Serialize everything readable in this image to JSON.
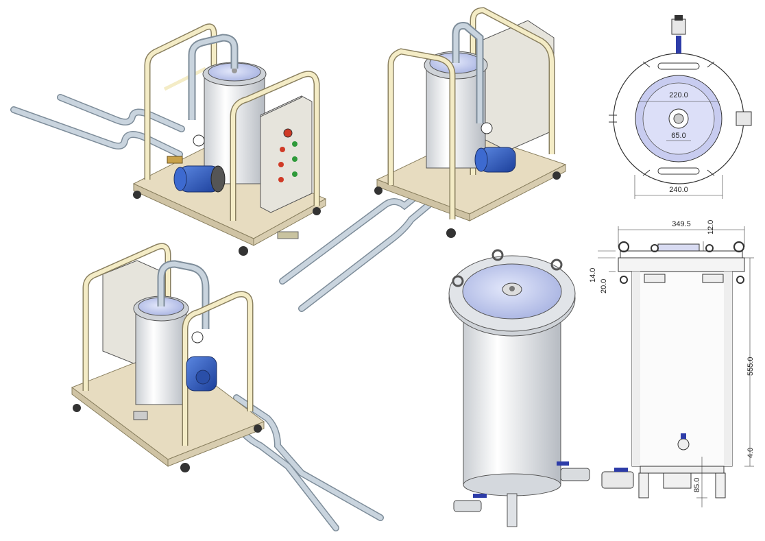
{
  "colors": {
    "frame": "#f4ecc6",
    "frame_stroke": "#8a8060",
    "base": "#e7dcc0",
    "tank": "#eef0f2",
    "lid": "#b9c3e8",
    "flange": "#cfd3d8",
    "pump": "#2f5fc8",
    "pipe": "#b8c6d2",
    "box": "#e6e4dc",
    "red": "#d03a26",
    "green": "#2f9a3a",
    "brass": "#c9a24a"
  },
  "top_view": {
    "dim_inner": "220.0",
    "dim_center": "65.0",
    "dim_outer": "240.0"
  },
  "side_view": {
    "dim_width": "349.5",
    "dim_top": "12.0",
    "dim_a": "14.0",
    "dim_b": "20.0",
    "dim_height": "555.0",
    "dim_bottom": "4.0",
    "dim_legs": "85.0"
  }
}
